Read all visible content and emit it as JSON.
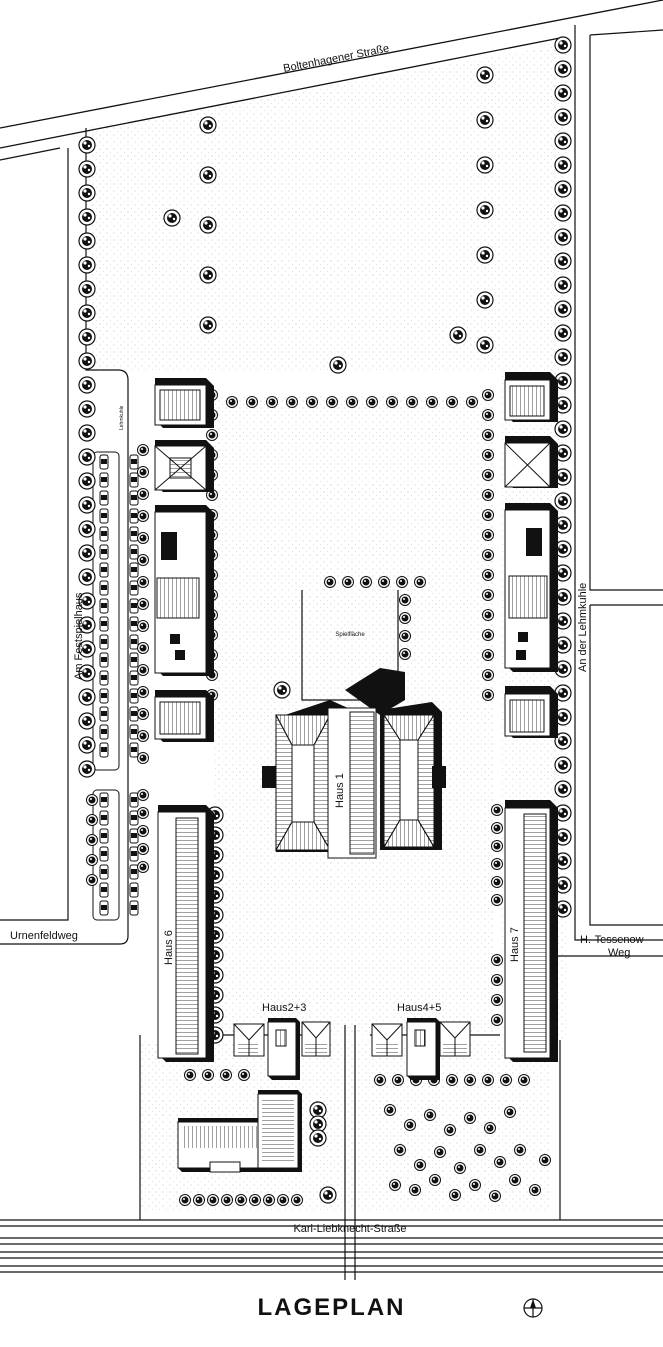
{
  "map": {
    "title": "LAGEPLAN",
    "streets": {
      "north": "Boltenhagener Straße",
      "south": "Karl-Liebknecht-Straße",
      "west": "Am Festspielhaus",
      "southwest": "Urnenfeldweg",
      "east": "An der Lehmkuhle",
      "southeast_line1": "H.-Tessenow-",
      "southeast_line2": "Weg",
      "small_path": "Lehmkuhle"
    },
    "buildings": {
      "haus1": "Haus 1",
      "haus23": "Haus2+3",
      "haus45": "Haus4+5",
      "haus6": "Haus 6",
      "haus7": "Haus 7",
      "playground": "Spielfläche"
    },
    "icons": {
      "compass": "north-arrow-icon",
      "tree": "tree-icon"
    },
    "colors": {
      "ink": "#111111",
      "paper": "#ffffff",
      "stipple": "#c9c9c9"
    }
  }
}
